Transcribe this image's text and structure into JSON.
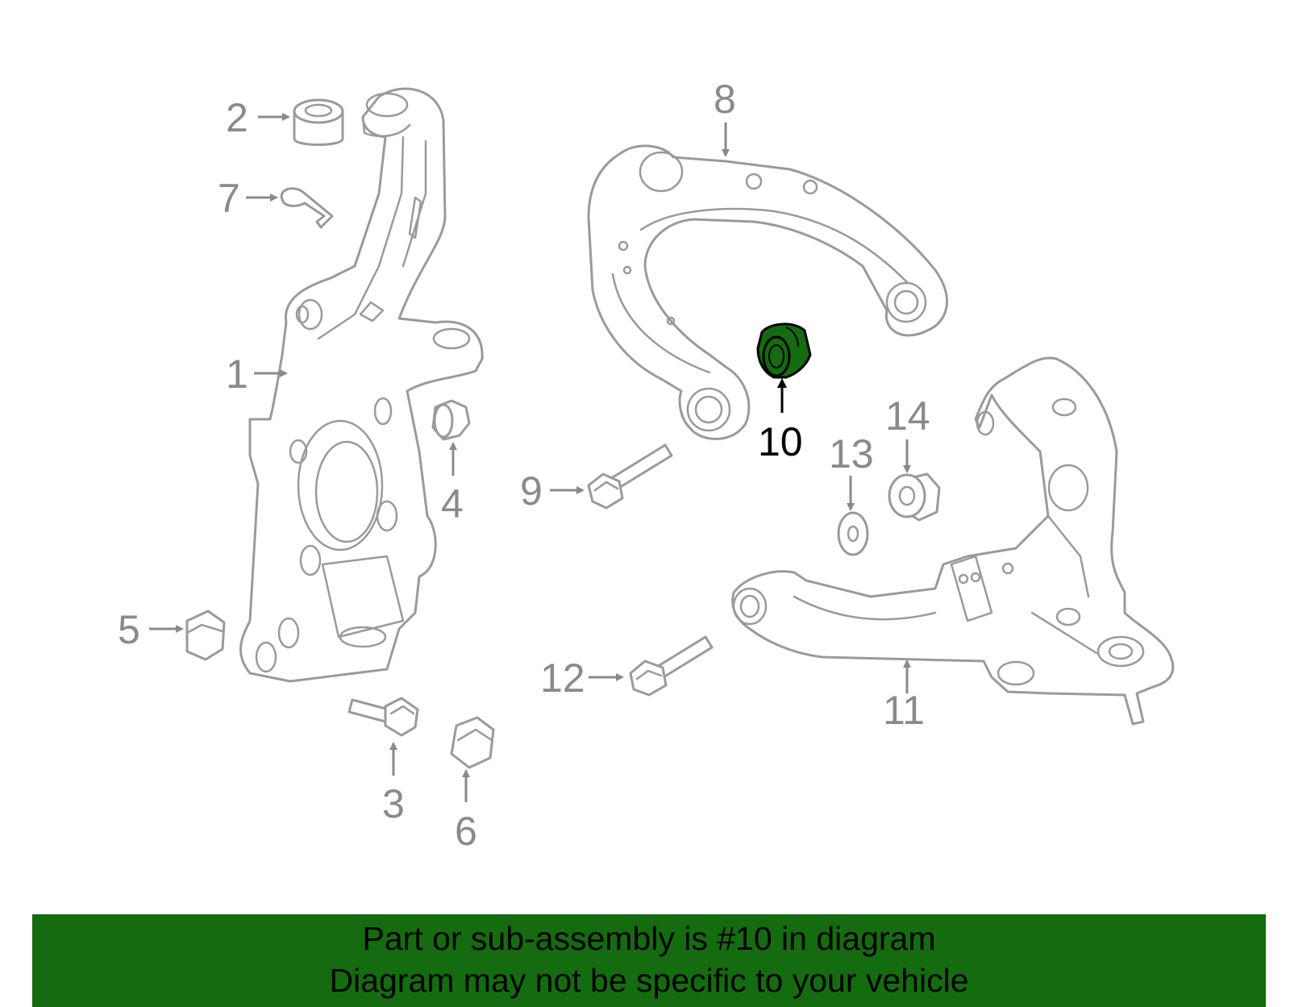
{
  "diagram": {
    "highlight_color": "#156b0f",
    "callouts": {
      "c1": "1",
      "c2": "2",
      "c3": "3",
      "c4": "4",
      "c5": "5",
      "c6": "6",
      "c7": "7",
      "c8": "8",
      "c9": "9",
      "c10": "10",
      "c11": "11",
      "c12": "12",
      "c13": "13",
      "c14": "14"
    },
    "highlighted_part": "10"
  },
  "banner": {
    "line1": "Part or sub-assembly is #10 in diagram",
    "line2": "Diagram may not be specific to your vehicle",
    "background": "#156b0f"
  }
}
